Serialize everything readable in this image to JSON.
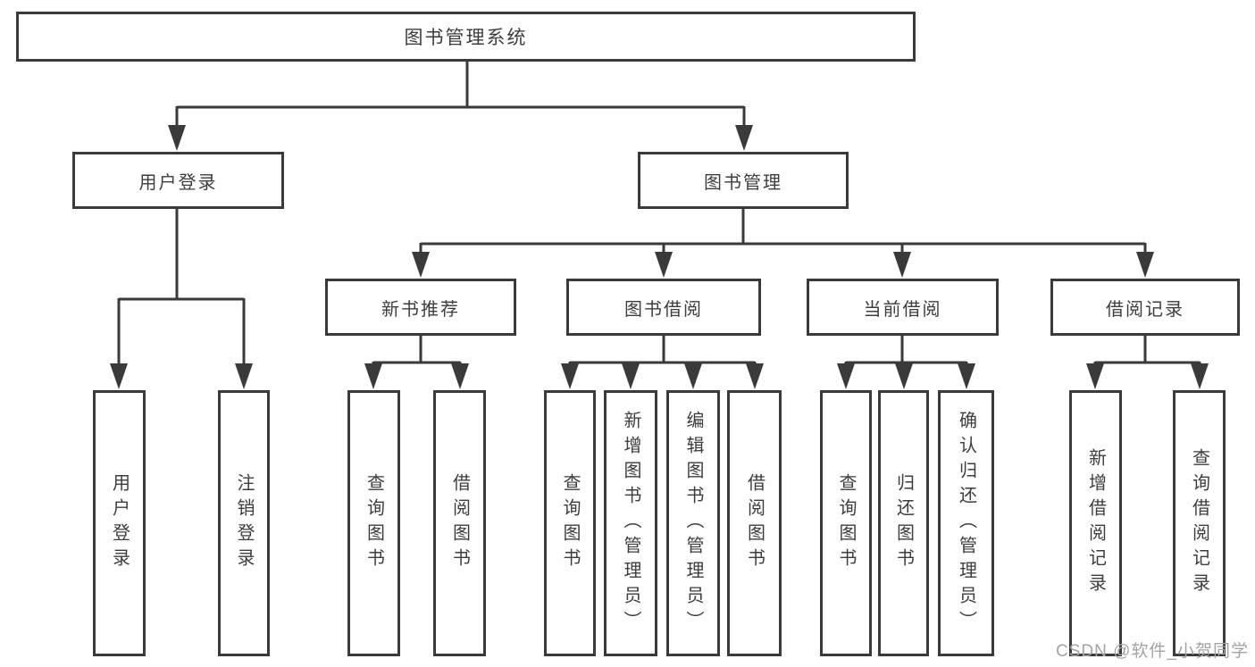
{
  "diagram_type": "hierarchy-tree",
  "watermark": "CSDN @软件_小贺同学",
  "colors": {
    "line": "#3a3a3a",
    "box_border": "#3a3a3a",
    "text": "#3d3d3d",
    "watermark": "#a3a3a3",
    "background": "#ffffff"
  },
  "tree": {
    "root": {
      "label": "图书管理系统",
      "children": [
        {
          "label": "用户登录",
          "children": [
            {
              "label": "用户登录"
            },
            {
              "label": "注销登录"
            }
          ]
        },
        {
          "label": "图书管理",
          "children": [
            {
              "label": "新书推荐",
              "children": [
                {
                  "label": "查询图书"
                },
                {
                  "label": "借阅图书"
                }
              ]
            },
            {
              "label": "图书借阅",
              "children": [
                {
                  "label": "查询图书"
                },
                {
                  "label": "新增图书（管理员）"
                },
                {
                  "label": "编辑图书（管理员）"
                },
                {
                  "label": "借阅图书"
                }
              ]
            },
            {
              "label": "当前借阅",
              "children": [
                {
                  "label": "查询图书"
                },
                {
                  "label": "归还图书"
                },
                {
                  "label": "确认归还（管理员）"
                }
              ]
            },
            {
              "label": "借阅记录",
              "children": [
                {
                  "label": "新增借阅记录"
                },
                {
                  "label": "查询借阅记录"
                }
              ]
            }
          ]
        }
      ]
    }
  }
}
